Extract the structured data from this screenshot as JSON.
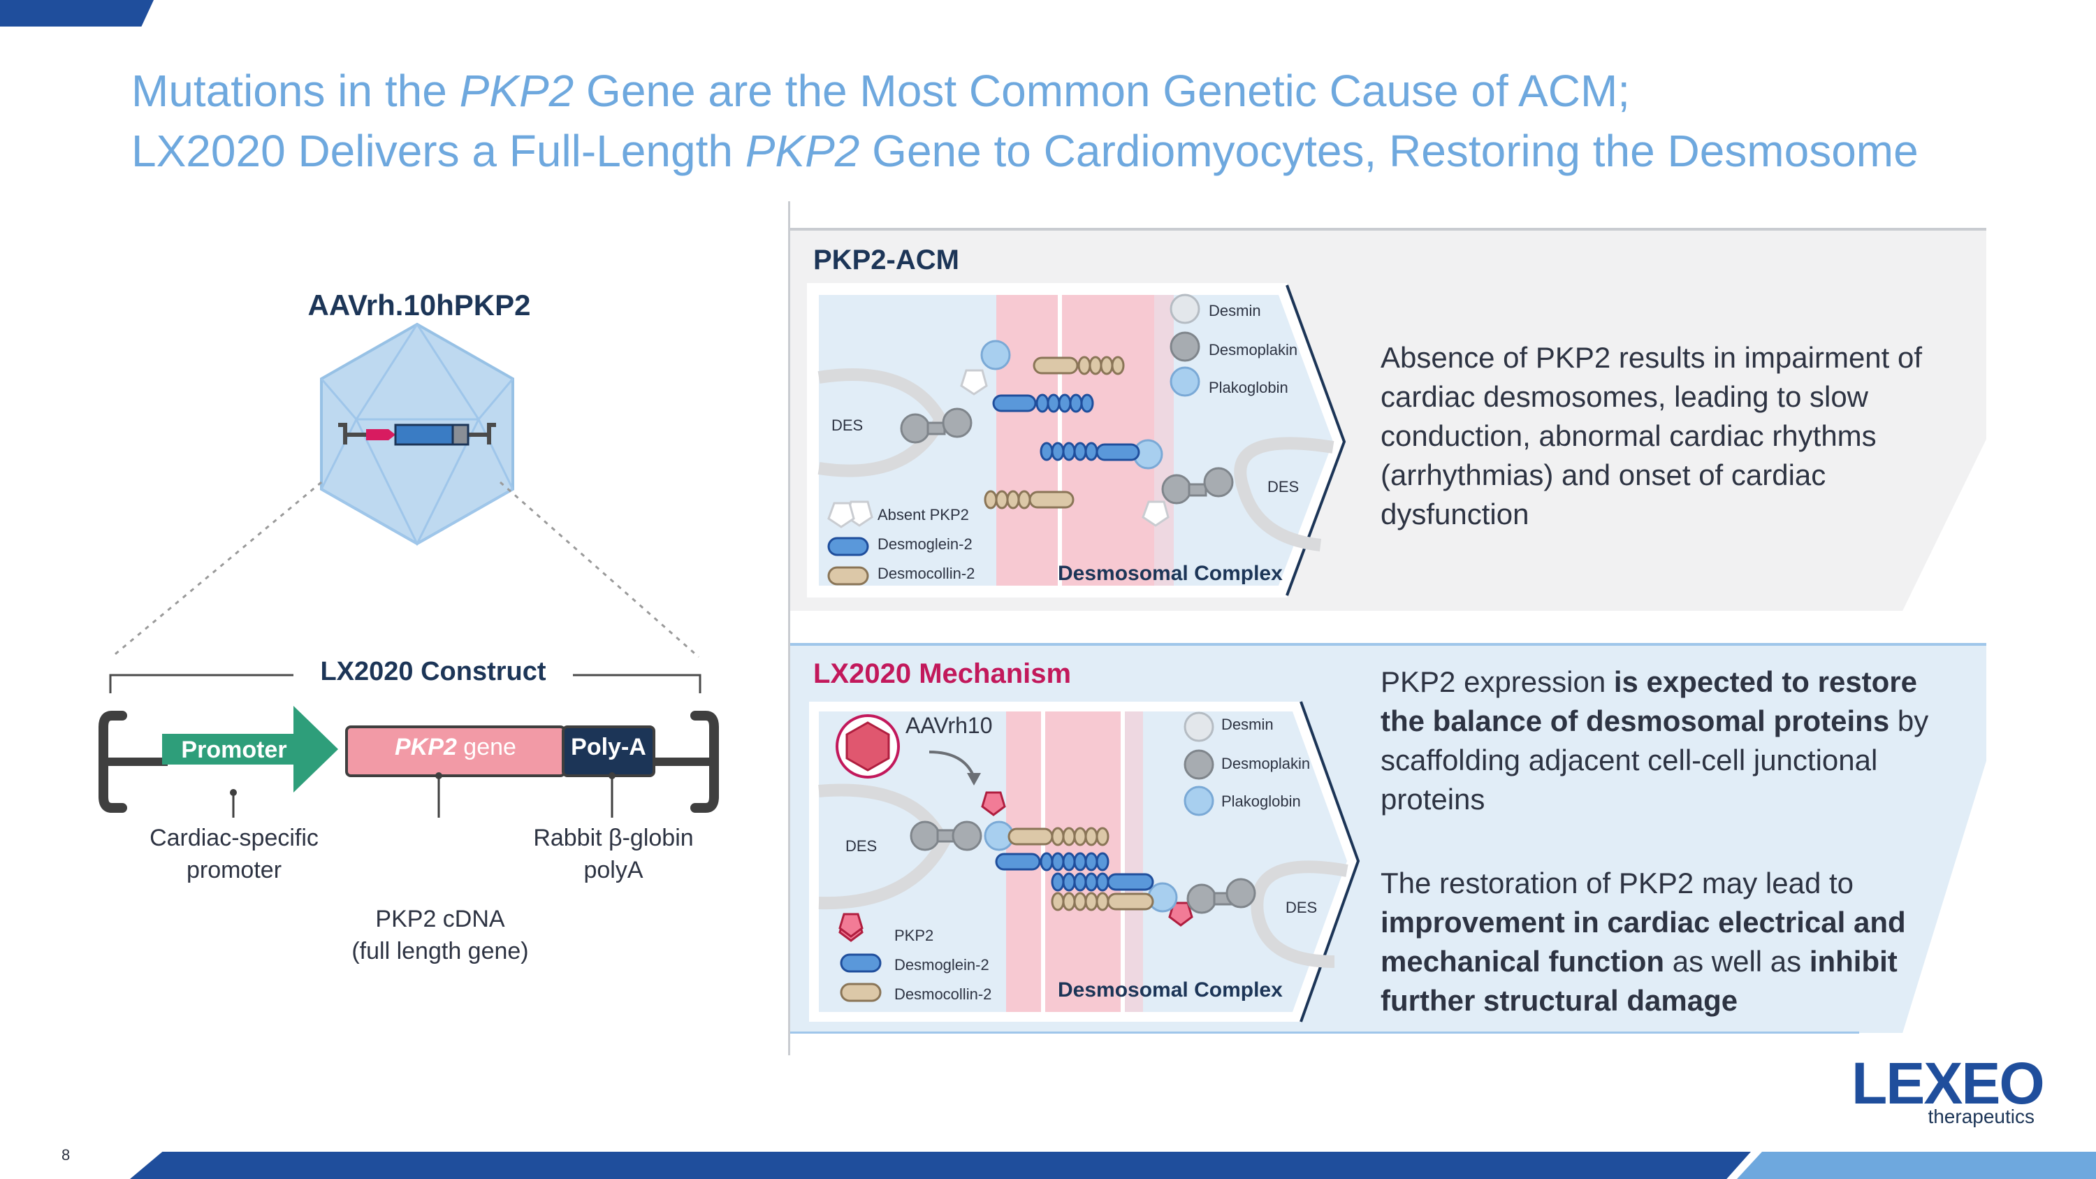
{
  "title": {
    "line1_pre": "Mutations in the ",
    "line1_gene": "PKP2",
    "line1_post": " Gene are the Most Common Genetic Cause of ACM;",
    "line2_pre": "LX2020 Delivers a Full-Length ",
    "line2_gene": "PKP2",
    "line2_post": " Gene to Cardiomyocytes, Restoring the Desmosome"
  },
  "left": {
    "vector_name": "AAVrh.10hPKP2",
    "construct_title": "LX2020 Construct",
    "promoter": "Promoter",
    "gene_italic": "PKP2",
    "gene_suffix": " gene",
    "polya": "Poly-A",
    "promoter_desc_1": "Cardiac-specific",
    "promoter_desc_2": "promoter",
    "cdna_desc_1": "PKP2 cDNA",
    "cdna_desc_2": "(full length gene)",
    "polya_desc_1": "Rabbit β-globin",
    "polya_desc_2": "polyA"
  },
  "acm_panel": {
    "heading": "PKP2-ACM",
    "text": "Absence of PKP2 results in impairment of cardiac desmosomes, leading to slow conduction, abnormal cardiac rhythms (arrhythmias) and onset of cardiac dysfunction",
    "legend_desmin": "Desmin",
    "legend_desmoplakin": "Desmoplakin",
    "legend_plakoglobin": "Plakoglobin",
    "legend_absent": "Absent PKP2",
    "legend_desmoglein": "Desmoglein-2",
    "legend_desmocollin": "Desmocollin-2",
    "des_left": "DES",
    "des_right": "DES",
    "complex": "Desmosomal Complex"
  },
  "mech_panel": {
    "heading": "LX2020 Mechanism",
    "text1_pre": "PKP2 expression ",
    "text1_bold": "is expected to restore the balance of desmosomal proteins",
    "text1_post": " by scaffolding adjacent cell-cell junctional proteins",
    "text2_pre": "The restoration of PKP2 may lead to ",
    "text2_bold1": "improvement in cardiac electrical and mechanical function",
    "text2_mid": " as well as ",
    "text2_bold2": "inhibit further structural damage",
    "aav_label": "AAVrh10",
    "legend_desmin": "Desmin",
    "legend_desmoplakin": "Desmoplakin",
    "legend_plakoglobin": "Plakoglobin",
    "legend_pkp2": "PKP2",
    "legend_desmoglein": "Desmoglein-2",
    "legend_desmocollin": "Desmocollin-2",
    "des_left": "DES",
    "des_right": "DES",
    "complex": "Desmosomal Complex"
  },
  "footer": {
    "page_number": "8",
    "logo_main": "LEXEO",
    "logo_sub": "therapeutics"
  },
  "colors": {
    "title": "#6ea8de",
    "navy": "#1e3a5f",
    "footer_blue": "#1f4e9c",
    "footer_light": "#6ea8de",
    "mech_heading": "#c2185b",
    "promoter_green": "#2e9e7a",
    "gene_pink": "#f29aa6",
    "polya_navy": "#1c3557"
  }
}
